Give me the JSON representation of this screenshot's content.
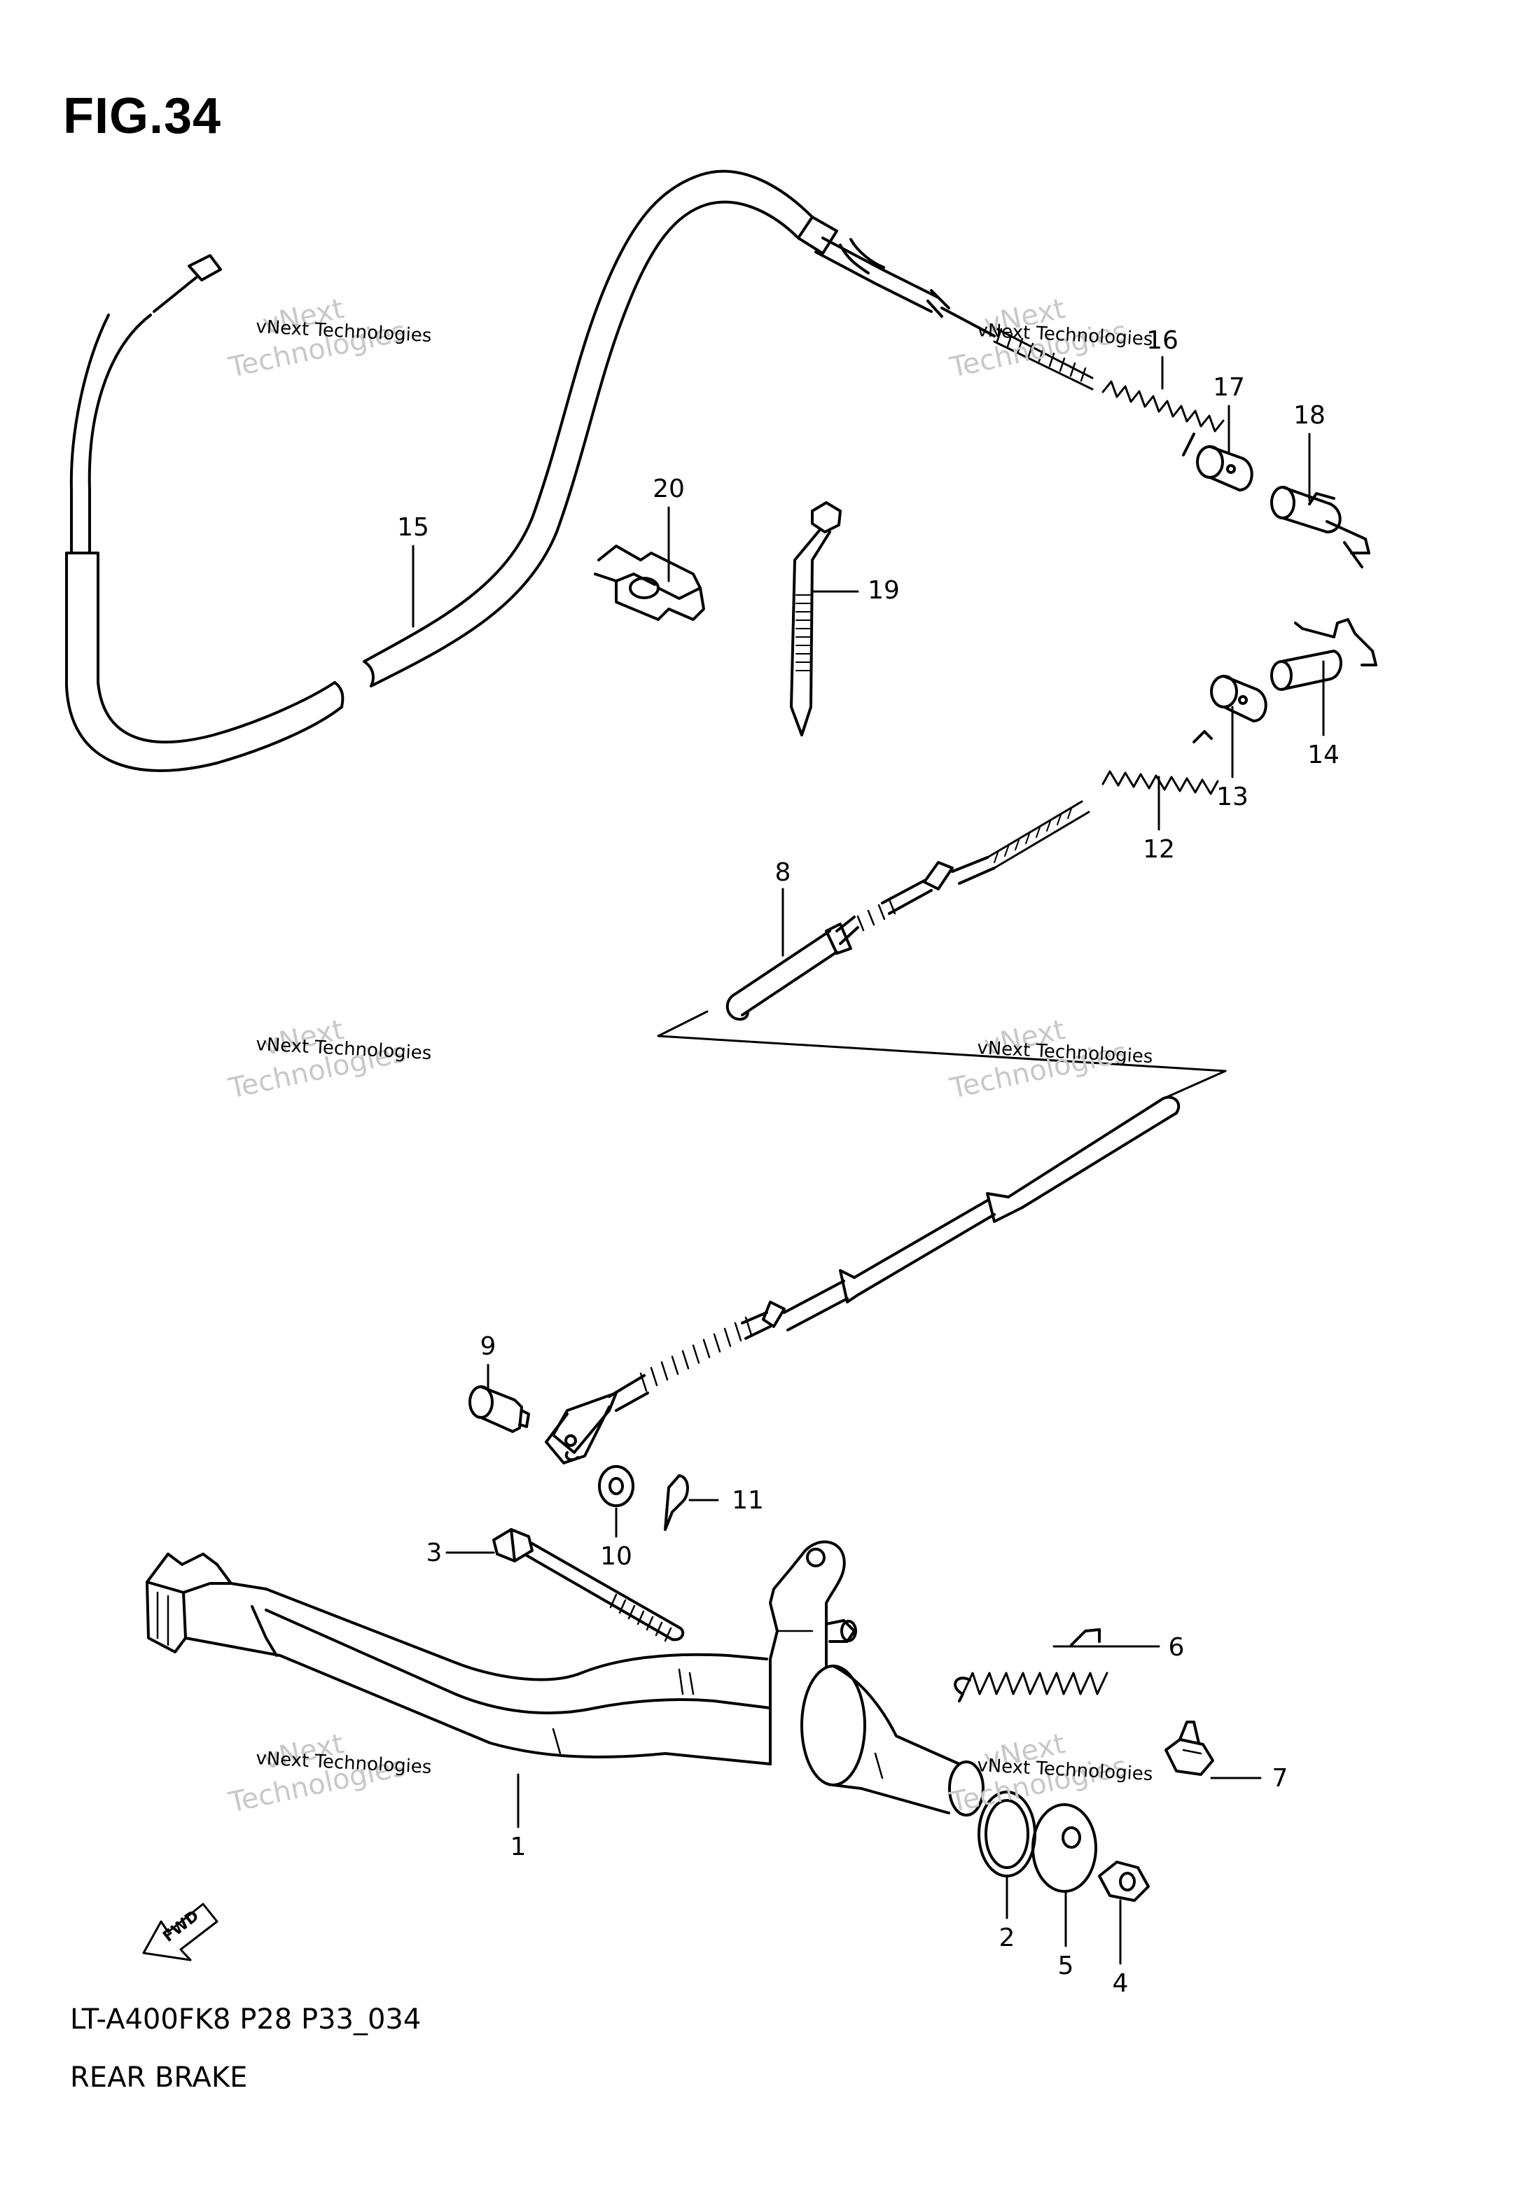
{
  "figure": {
    "title": "FIG.34",
    "model_code": "LT-A400FK8 P28 P33_034",
    "section_name": "REAR BRAKE"
  },
  "watermark": {
    "line1": "vNext",
    "line2": "vNext Technologies",
    "line3": "Technologies"
  },
  "fwd_label": "FWD",
  "callouts": {
    "c1": "1",
    "c2": "2",
    "c3": "3",
    "c4": "4",
    "c5": "5",
    "c6": "6",
    "c7": "7",
    "c8": "8",
    "c9": "9",
    "c10": "10",
    "c11": "11",
    "c12": "12",
    "c13": "13",
    "c14": "14",
    "c15": "15",
    "c16": "16",
    "c17": "17",
    "c18": "18",
    "c19": "19",
    "c20": "20"
  },
  "colors": {
    "line": "#000000",
    "watermark": "#c8c8c8",
    "background": "#ffffff"
  }
}
